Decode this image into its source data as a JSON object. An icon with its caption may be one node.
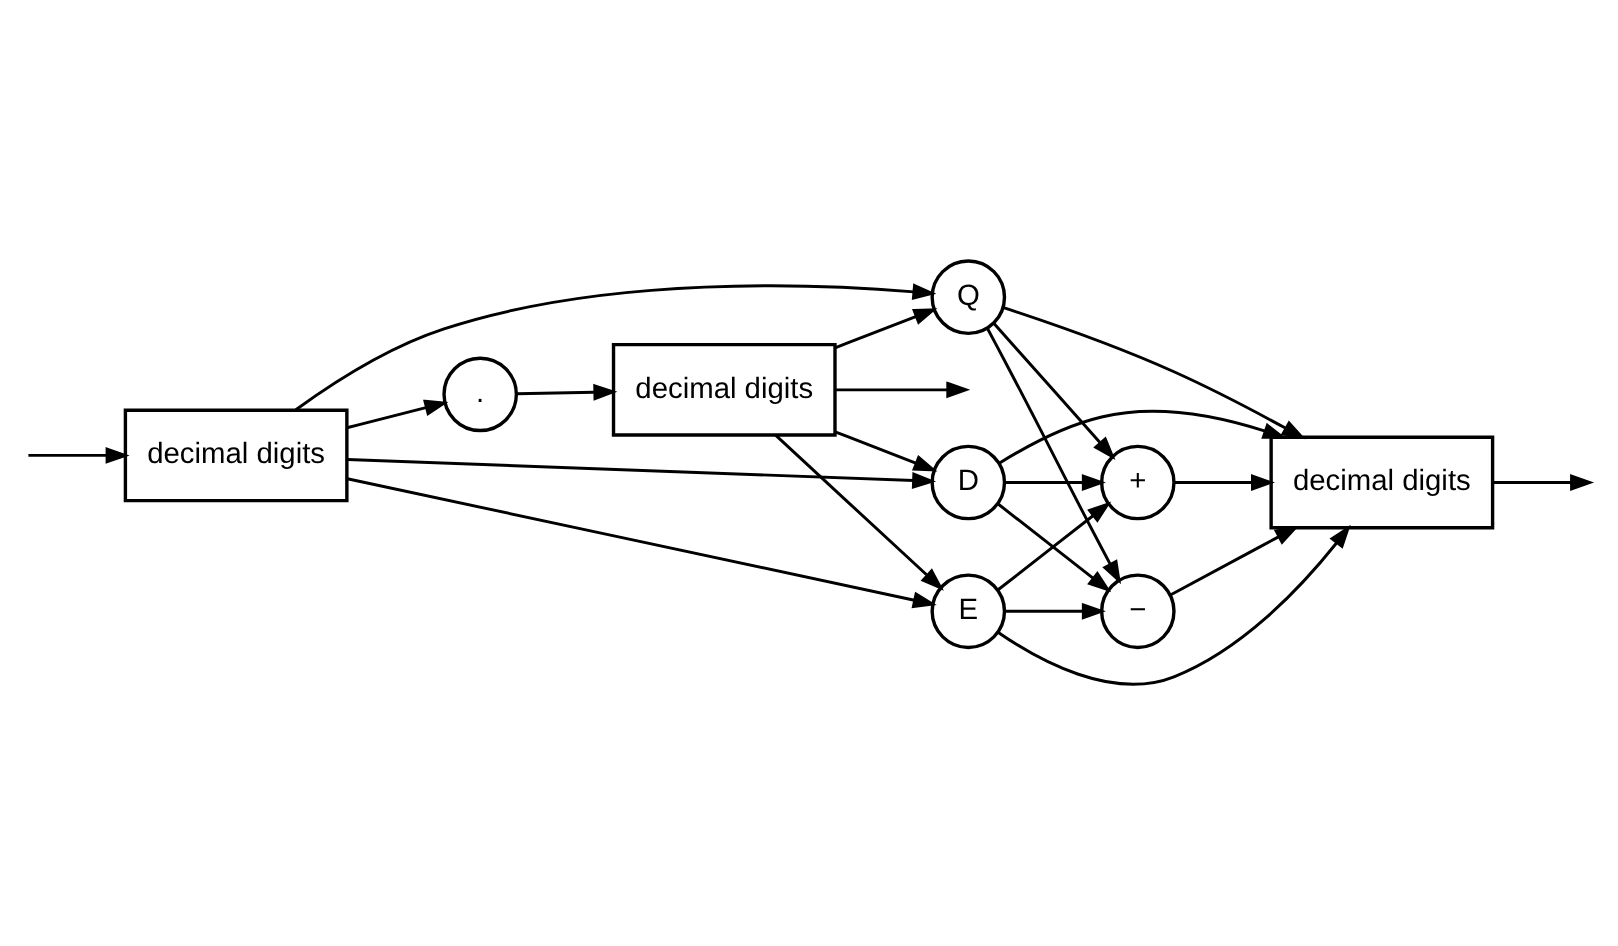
{
  "diagram": {
    "nodes": [
      {
        "text": [
          "decimal digits"
        ]
      },
      {
        "text": [
          "."
        ]
      },
      {
        "text": [
          "decimal digits"
        ]
      },
      {
        "text": [
          "Q"
        ]
      },
      {
        "text": [
          "D"
        ]
      },
      {
        "text": [
          "E"
        ]
      },
      {
        "text": [
          "+"
        ]
      },
      {
        "text": [
          "−"
        ]
      },
      {
        "text": [
          "decimal digits"
        ]
      }
    ],
    "edges": [
      {
        "from": null,
        "to": 0,
        "arrow": "to"
      },
      {
        "from": 0,
        "to": 1,
        "arrow": "to"
      },
      {
        "from": 1,
        "to": 2,
        "arrow": "to"
      },
      {
        "from": 2,
        "to": null,
        "arrow": "to"
      },
      {
        "from": 0,
        "to": 3,
        "arrow": "to"
      },
      {
        "from": 0,
        "to": 4,
        "arrow": "to"
      },
      {
        "from": 0,
        "to": 5,
        "arrow": "to"
      },
      {
        "from": 2,
        "to": 3,
        "arrow": "to"
      },
      {
        "from": 2,
        "to": 4,
        "arrow": "to"
      },
      {
        "from": 2,
        "to": 5,
        "arrow": "to"
      },
      {
        "from": 3,
        "to": 6,
        "arrow": "to"
      },
      {
        "from": 3,
        "to": 7,
        "arrow": "to"
      },
      {
        "from": 3,
        "to": 8,
        "arrow": "to"
      },
      {
        "from": 4,
        "to": 6,
        "arrow": "to"
      },
      {
        "from": 4,
        "to": 7,
        "arrow": "to"
      },
      {
        "from": 4,
        "to": 8,
        "arrow": "to"
      },
      {
        "from": 5,
        "to": 6,
        "arrow": "to"
      },
      {
        "from": 5,
        "to": 7,
        "arrow": "to"
      },
      {
        "from": 5,
        "to": 8,
        "arrow": "to"
      },
      {
        "from": 6,
        "to": 8,
        "arrow": "to"
      },
      {
        "from": 7,
        "to": 8,
        "arrow": "to"
      },
      {
        "from": 8,
        "to": null,
        "arrow": "to"
      }
    ]
  }
}
